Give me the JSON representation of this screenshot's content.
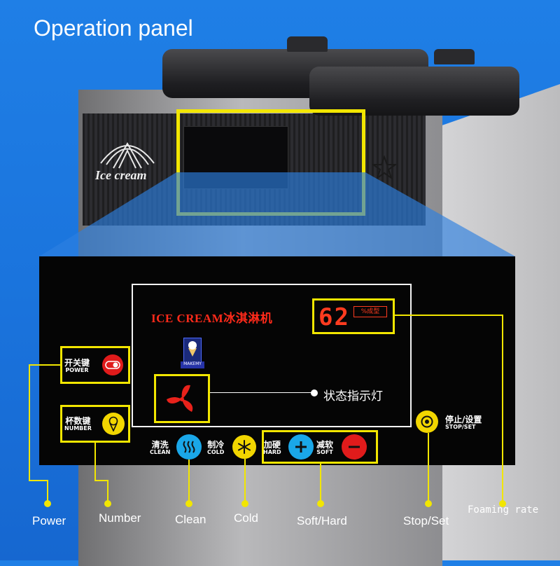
{
  "title": "Operation panel",
  "logo": {
    "text": "Ice cream"
  },
  "screen": {
    "brand": "ICE CREAM冰淇淋机",
    "foam_value": "62",
    "foam_badge": "%成型",
    "status_text": "状态指示灯",
    "cup_caption": "MAKEMY"
  },
  "controls": {
    "power": {
      "zh": "开关键",
      "en": "POWER"
    },
    "number": {
      "zh": "杯数键",
      "en": "NUMBER"
    },
    "clean": {
      "zh": "清洗",
      "en": "CLEAN"
    },
    "cold": {
      "zh": "制冷",
      "en": "COLD"
    },
    "hard": {
      "zh": "加硬",
      "en": "HARD"
    },
    "soft": {
      "zh": "减软",
      "en": "SOFT"
    },
    "stopset": {
      "zh": "停止/设置",
      "en": "STOP/SET"
    }
  },
  "callouts": {
    "power": "Power",
    "number": "Number",
    "clean": "Clean",
    "cold": "Cold",
    "softhard": "Soft/Hard",
    "stopset": "Stop/Set",
    "foaming": "Foaming rate"
  },
  "colors": {
    "highlight": "#f2e600",
    "power_button": "#e01b1b",
    "clean_button": "#1aa7e8",
    "cold_button": "#f2d600",
    "plus_button": "#1aa7e8",
    "minus_button": "#e01b1b",
    "stop_button": "#f2d600",
    "display_red": "#ff3b1f"
  },
  "icons": {
    "power": "toggle-switch-icon",
    "number": "ice-cream-cone-icon",
    "clean": "heat-waves-icon",
    "cold": "snowflake-icon",
    "plus": "plus-icon",
    "minus": "minus-icon",
    "stop": "target-ring-icon",
    "fan": "fan-icon",
    "cup": "ice-cream-cup-icon"
  }
}
